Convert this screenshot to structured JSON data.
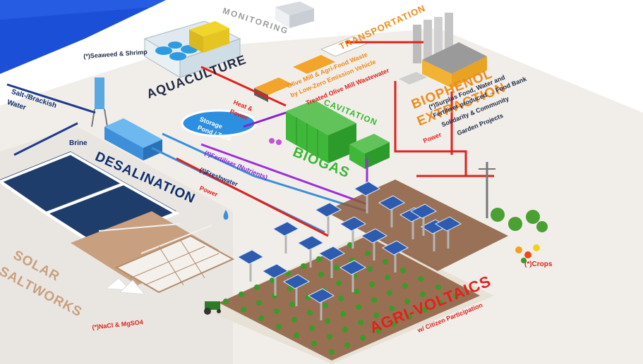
{
  "labels": {
    "monitoring": "MONITORING",
    "salt_water_top": "Salt-/Brackish Water",
    "salt_water_left_1": "Salt-/Brackish",
    "salt_water_left_2": "Water",
    "seaweed_shrimp": "(*)Seaweed & Shrimp",
    "aquaculture": "AQUACULTURE",
    "transportation": "TRANSPORTATION",
    "olive_mill_1": "Olive Mill & Agri-Food Waste",
    "olive_mill_2": "by Low-Zero Emission Vehicle",
    "treated_wastewater": "Treated Olive Mill Wastewater",
    "biophenol_1": "BIOPHENOL",
    "biophenol_2": "EXTRACTION",
    "heat_power_1": "Heat &",
    "heat_power_2": "Power",
    "storage_1": "Storage",
    "storage_2": "Pond / Tank",
    "cavitation": "CAVITATION",
    "biogas": "BIOGAS",
    "brine": "Brine",
    "desalination": "DESALINATION",
    "fertiliser": "(*)Fertiliser (Nutrients)",
    "freshwater": "(*)Freshwater",
    "power_left": "Power",
    "power_right": "Power",
    "surplus_1": "(*)Surplus Food, Water and",
    "surplus_2": "Fertiliser produced → Food Bank",
    "surplus_3": "Solidarity & Community",
    "surplus_4": "Garden Projects",
    "solar_1": "SOLAR",
    "solar_2": "SALTWORKS",
    "nacl": "(*)NaCl & MgSO4",
    "agri_voltaics": "AGRI-VOLTAICS",
    "citizen": "w/ Citizen Participation",
    "crops": "(*)Crops"
  },
  "colors": {
    "sea": "#1b4fd8",
    "power_line": "#e0221b",
    "fresh_water_line": "#3a8fd9",
    "fertiliser_line": "#9b30d9",
    "brine_line": "#1f3a8a",
    "biogas_green": "#3fb83a",
    "desal_tank": "#3c8fd8",
    "field_soil": "#8a5a3c",
    "crop_green": "#3a9a2a",
    "pv_panel": "#2c5bb0"
  }
}
